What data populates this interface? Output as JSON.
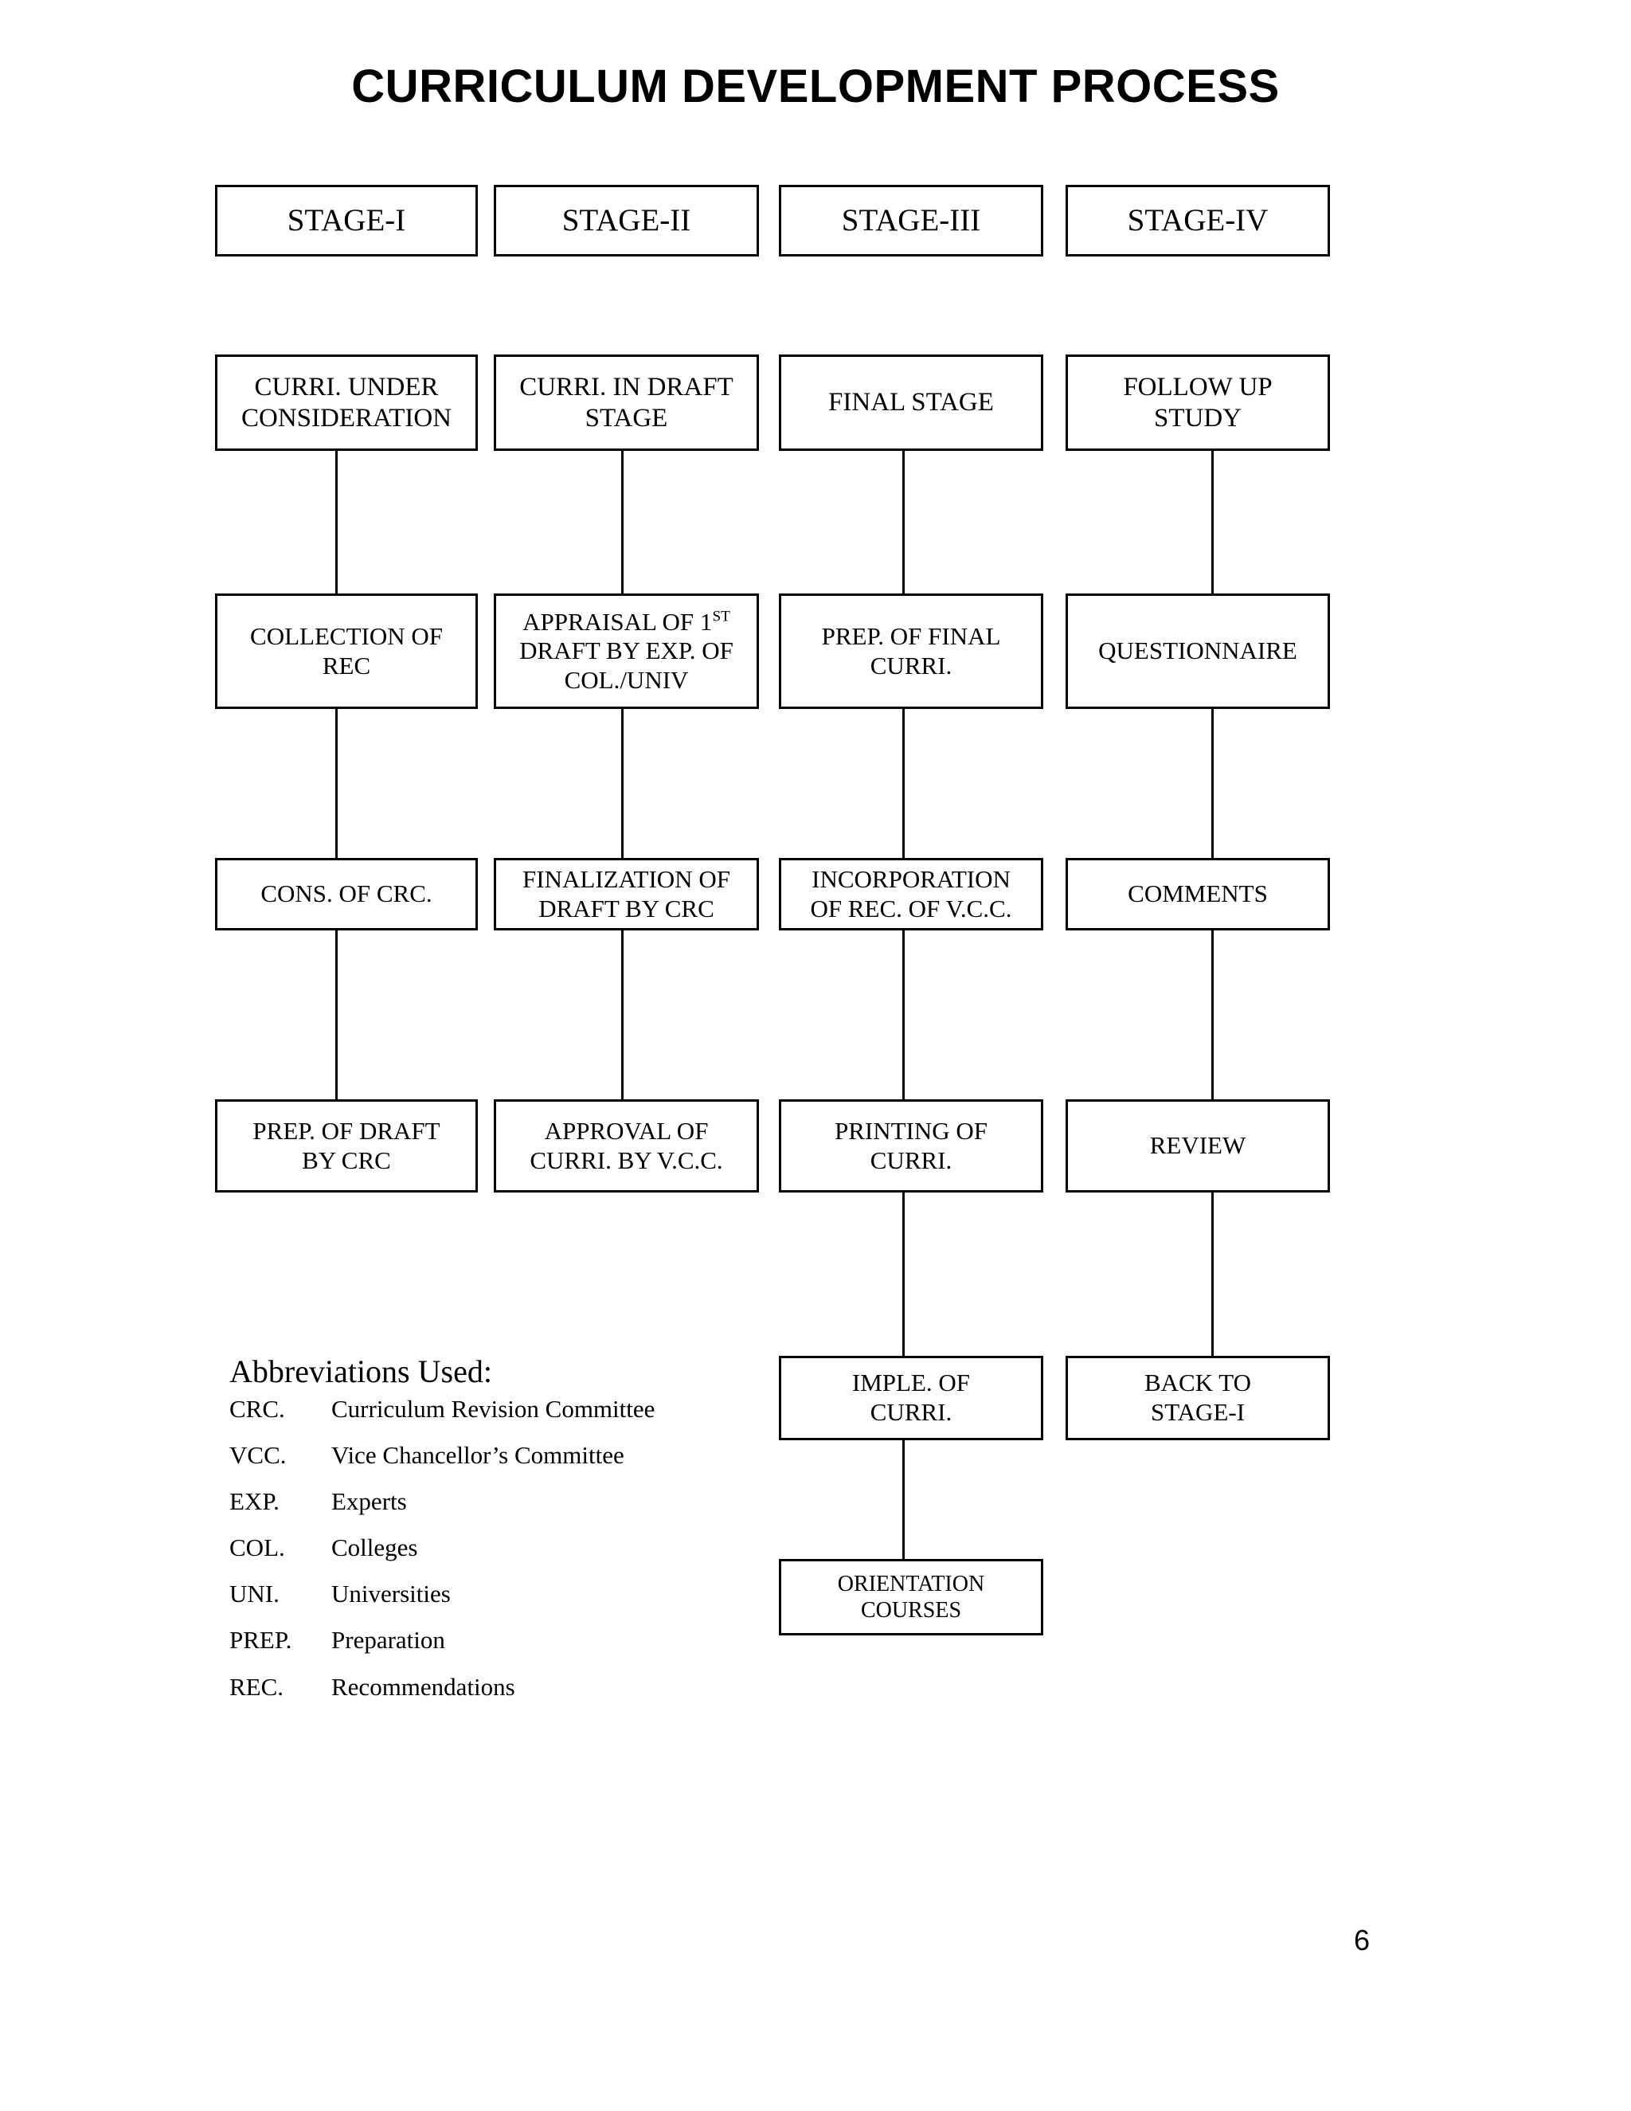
{
  "document": {
    "title": "CURRICULUM DEVELOPMENT PROCESS",
    "page_number": "6"
  },
  "flowchart": {
    "type": "process-flow",
    "columns": [
      {
        "stage_label": "STAGE-I",
        "nodes": [
          "CURRI. UNDER CONSIDERATION",
          "COLLECTION OF REC",
          "CONS. OF CRC.",
          "PREP. OF DRAFT BY CRC"
        ]
      },
      {
        "stage_label": "STAGE-II",
        "nodes": [
          "CURRI. IN DRAFT STAGE",
          "APPRAISAL OF 1ST DRAFT BY EXP. OF COL./UNIV",
          "FINALIZATION OF DRAFT BY CRC",
          "APPROVAL OF CURRI. BY V.C.C."
        ]
      },
      {
        "stage_label": "STAGE-III",
        "nodes": [
          "FINAL STAGE",
          "PREP. OF FINAL CURRI.",
          "INCORPORATION OF REC. OF V.C.C.",
          "PRINTING OF CURRI.",
          "IMPLE. OF CURRI.",
          "ORIENTATION COURSES"
        ]
      },
      {
        "stage_label": "STAGE-IV",
        "nodes": [
          "FOLLOW UP STUDY",
          "QUESTIONNAIRE",
          "COMMENTS",
          "REVIEW",
          "BACK TO STAGE-I"
        ]
      }
    ],
    "boxes": {
      "stage1": "STAGE-I",
      "stage2": "STAGE-II",
      "stage3": "STAGE-III",
      "stage4": "STAGE-IV",
      "c1r1_line1": "CURRI. UNDER",
      "c1r1_line2": "CONSIDERATION",
      "c1r2_line1": "COLLECTION OF",
      "c1r2_line2": "REC",
      "c1r3_line1": "CONS. OF CRC.",
      "c1r4_line1": "PREP. OF DRAFT",
      "c1r4_line2": "BY CRC",
      "c2r1_line1": "CURRI. IN DRAFT",
      "c2r1_line2": "STAGE",
      "c2r2_line1a": "APPRAISAL OF 1",
      "c2r2_line1b": "ST",
      "c2r2_line2": "DRAFT BY EXP. OF",
      "c2r2_line3": "COL./UNIV",
      "c2r3_line1": "FINALIZATION OF",
      "c2r3_line2": "DRAFT BY CRC",
      "c2r4_line1": "APPROVAL OF",
      "c2r4_line2": "CURRI. BY V.C.C.",
      "c3r1_line1": "FINAL STAGE",
      "c3r2_line1": "PREP. OF FINAL",
      "c3r2_line2": "CURRI.",
      "c3r3_line1": "INCORPORATION",
      "c3r3_line2": "OF REC. OF V.C.C.",
      "c3r4_line1": "PRINTING OF",
      "c3r4_line2": "CURRI.",
      "c3r5_line1": "IMPLE. OF",
      "c3r5_line2": "CURRI.",
      "c3r6_line1": "ORIENTATION",
      "c3r6_line2": "COURSES",
      "c4r1_line1": "FOLLOW UP",
      "c4r1_line2": "STUDY",
      "c4r2_line1": "QUESTIONNAIRE",
      "c4r3_line1": "COMMENTS",
      "c4r4_line1": "REVIEW",
      "c4r5_line1": "BACK TO",
      "c4r5_line2": "STAGE-I"
    }
  },
  "abbreviations": {
    "heading": "Abbreviations Used:",
    "items": [
      {
        "key": "CRC.",
        "value": "Curriculum Revision Committee"
      },
      {
        "key": "VCC.",
        "value": "Vice Chancellor’s Committee"
      },
      {
        "key": "EXP.",
        "value": "Experts"
      },
      {
        "key": "COL.",
        "value": "Colleges"
      },
      {
        "key": "UNI.",
        "value": "Universities"
      },
      {
        "key": "PREP.",
        "value": "Preparation"
      },
      {
        "key": "REC.",
        "value": "Recommendations"
      }
    ]
  },
  "colors": {
    "border": "#000000",
    "background": "#ffffff",
    "text": "#000000"
  }
}
